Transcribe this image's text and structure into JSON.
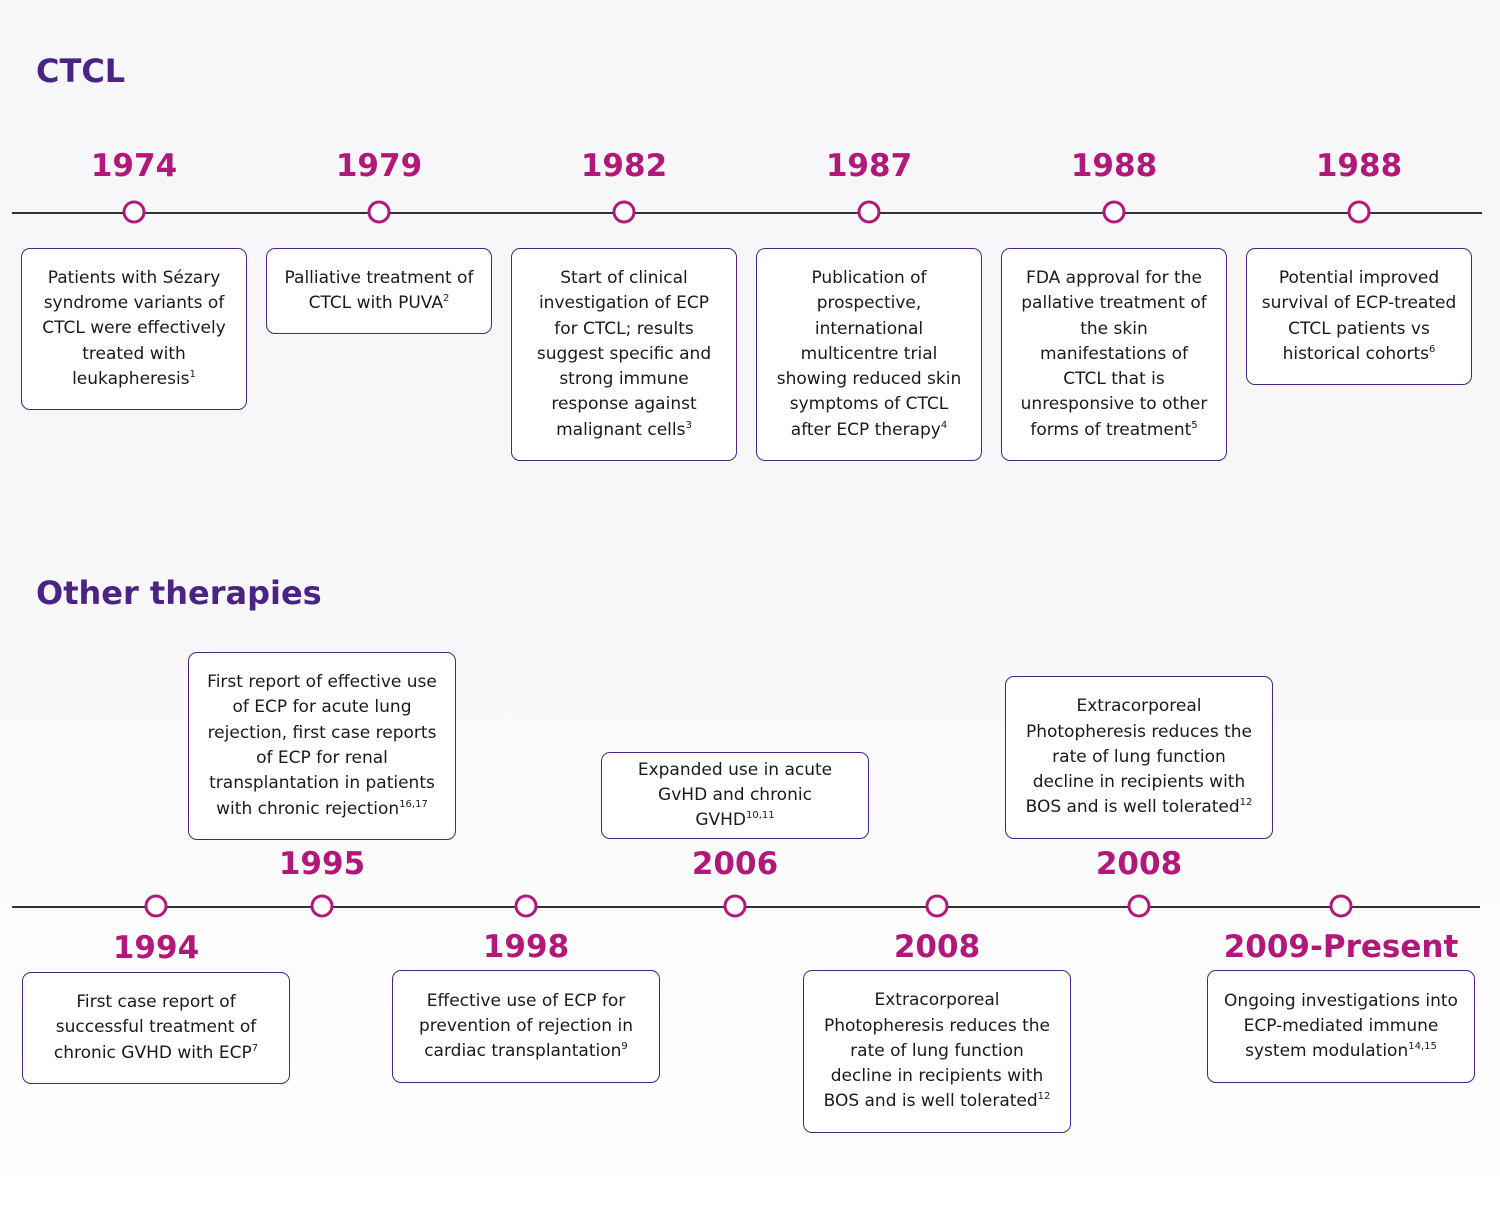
{
  "ctcl": {
    "heading": "CTCL",
    "events": [
      {
        "year": "1974",
        "text": "Patients with Sézary syndrome variants of CTCL were effectively treated with leukapheresis",
        "ref": "1"
      },
      {
        "year": "1979",
        "text": "Palliative treatment of CTCL with PUVA",
        "ref": "2"
      },
      {
        "year": "1982",
        "text": "Start of clinical investigation of ECP for CTCL; results suggest specific and strong immune response against malignant cells",
        "ref": "3"
      },
      {
        "year": "1987",
        "text": "Publication of prospective, international multicentre trial showing reduced skin symptoms of CTCL after ECP therapy",
        "ref": "4"
      },
      {
        "year": "1988",
        "text": "FDA approval for the pallative treatment of the skin manifestations of CTCL that is unresponsive to other forms of treatment",
        "ref": "5"
      },
      {
        "year": "1988",
        "text": "Potential improved survival of ECP-treated CTCL patients vs historical cohorts",
        "ref": "6"
      }
    ]
  },
  "other": {
    "heading": "Other therapies",
    "events": [
      {
        "year": "1994",
        "text": "First case report of successful treatment of chronic GVHD with ECP",
        "ref": "7"
      },
      {
        "year": "1995",
        "text": "First report of effective use of ECP for acute lung rejection, first case reports of ECP for renal transplantation in patients with chronic rejection",
        "ref": "16,17"
      },
      {
        "year": "1998",
        "text": "Effective use of ECP for prevention of rejection in cardiac transplantation",
        "ref": "9"
      },
      {
        "year": "2006",
        "text": "Expanded use in acute GvHD and chronic GVHD",
        "ref": "10,11"
      },
      {
        "year": "2008",
        "text": "Extracorporeal Photopheresis reduces the rate of lung function decline in recipients with BOS and is well tolerated",
        "ref": "12"
      },
      {
        "year": "2008",
        "text": "Extracorporeal Photopheresis reduces the rate of lung function decline in recipients with BOS and is well tolerated",
        "ref": "12"
      },
      {
        "year": "2009-Present",
        "text": "Ongoing investigations into ECP-mediated immune system modulation",
        "ref": "14,15"
      }
    ]
  },
  "colors": {
    "heading": "#4a2385",
    "year": "#b2187a",
    "box_border": "#4a2385",
    "line": "#333333"
  }
}
